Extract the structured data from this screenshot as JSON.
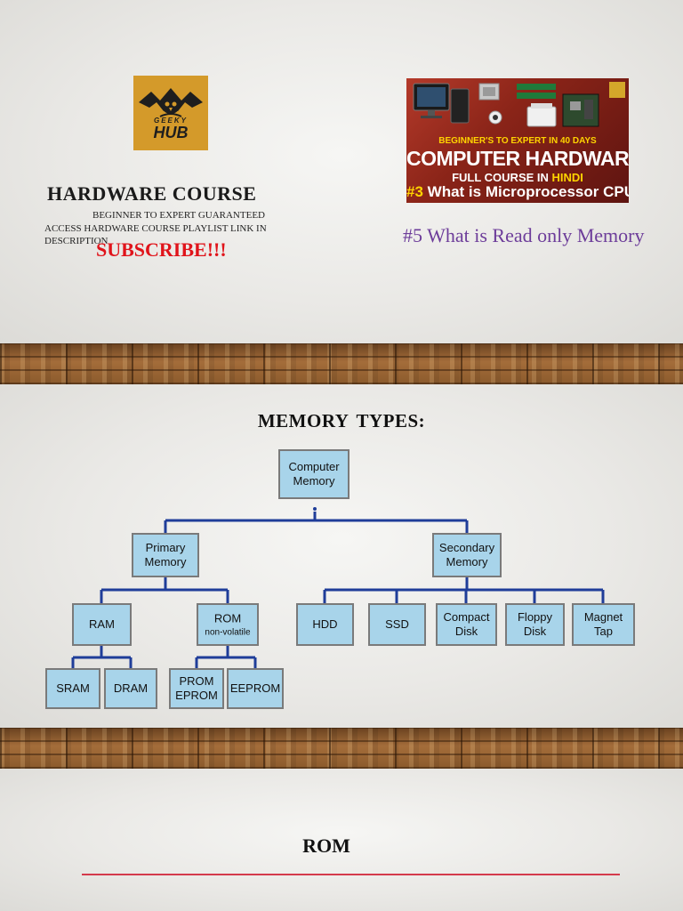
{
  "slide1": {
    "logo": {
      "text": "GEEKY HUB",
      "colors": {
        "bg": "#d49a2a",
        "text": "#1e1e1e"
      }
    },
    "course": {
      "title": "HARDWARE COURSE",
      "line1": "BEGINNER TO EXPERT GUARANTEED",
      "line2": "ACCESS HARDWARE COURSE PLAYLIST LINK IN",
      "line3": "DESCRIPTION",
      "subscribe": "SUBSCRIBE!!!"
    },
    "thumbnail": {
      "subtitle": "BEGINNER'S TO EXPERT IN 40 DAYS",
      "title": "COMPUTER HARDWARE",
      "line3_prefix": "FULL COURSE IN ",
      "line3_highlight": "HINDI",
      "line4_prefix": "#3",
      "line4_text": " What is Microprocessor CPU",
      "colors": {
        "highlight": "#ffd400",
        "bg": "#8a2418"
      }
    },
    "lesson_title": "#5 What is Read only Memory"
  },
  "slide2": {
    "heading_word1": "MEMORY",
    "heading_word2": "TYPES:",
    "tree": {
      "root": [
        "Computer",
        "Memory"
      ],
      "primary": [
        "Primary",
        "Memory"
      ],
      "secondary": [
        "Secondary",
        "Memory"
      ],
      "ram": [
        "RAM"
      ],
      "rom": [
        "ROM"
      ],
      "rom_note": "non-volatile",
      "sram": [
        "SRAM"
      ],
      "dram": [
        "DRAM"
      ],
      "prom": [
        "PROM",
        "EPROM"
      ],
      "eeprom": [
        "EEPROM"
      ],
      "hdd": [
        "HDD"
      ],
      "ssd": [
        "SSD"
      ],
      "compact": [
        "Compact",
        "Disk"
      ],
      "floppy": [
        "Floppy",
        "Disk"
      ],
      "magnet": [
        "Magnet",
        "Tap"
      ]
    },
    "colors": {
      "box_fill": "#a8d4ea",
      "box_border": "#7a7a7a",
      "connector": "#1f3d99"
    }
  },
  "slide3": {
    "heading": "ROM",
    "colors": {
      "rule": "#d43a4c"
    }
  }
}
